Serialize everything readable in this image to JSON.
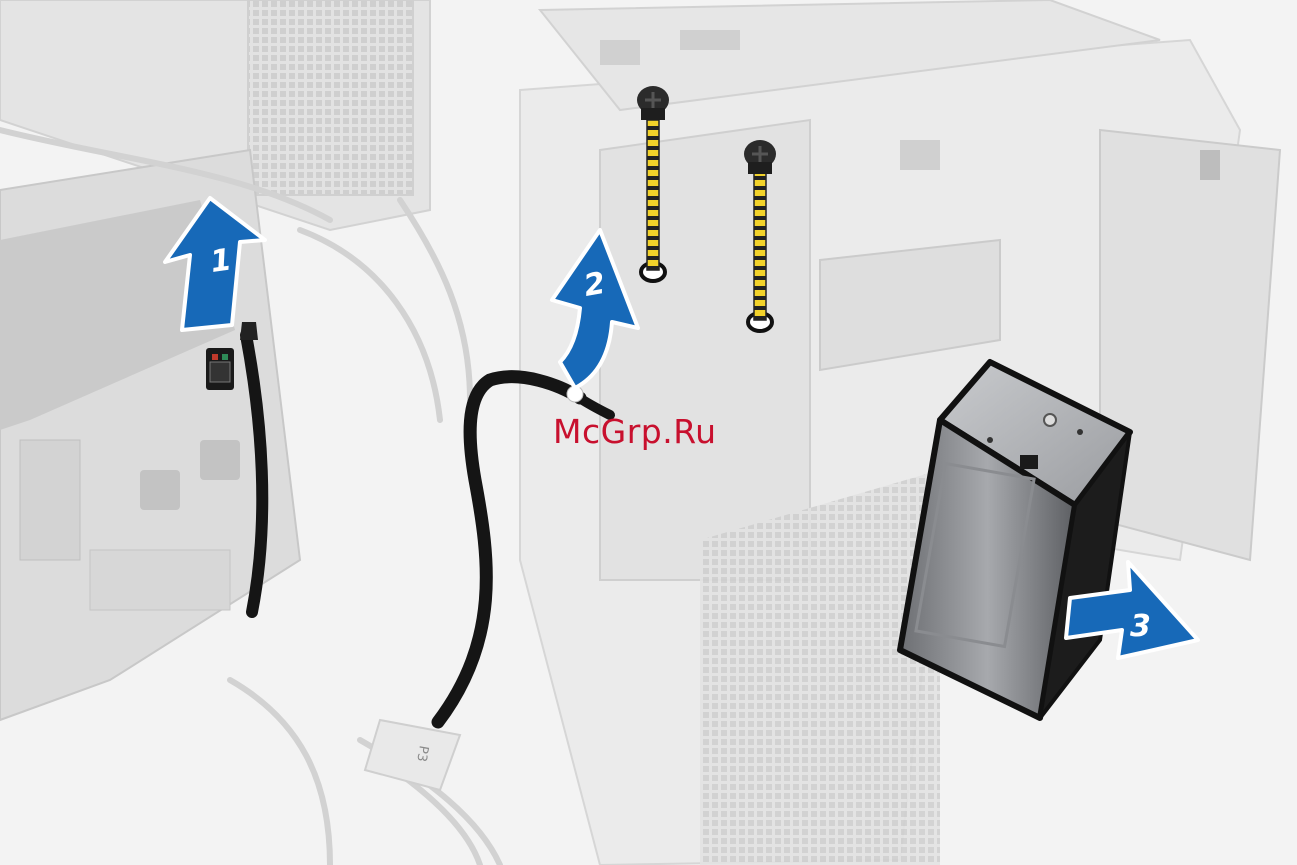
{
  "steps": [
    {
      "label": "1"
    },
    {
      "label": "2"
    },
    {
      "label": "3"
    }
  ],
  "cable_label": "P3",
  "watermark": {
    "text": "McGrp.Ru"
  },
  "colors": {
    "arrow": "#1769b8",
    "cable": "#151515",
    "screw_thread": "#f2d22a",
    "watermark": "#c8102e"
  }
}
